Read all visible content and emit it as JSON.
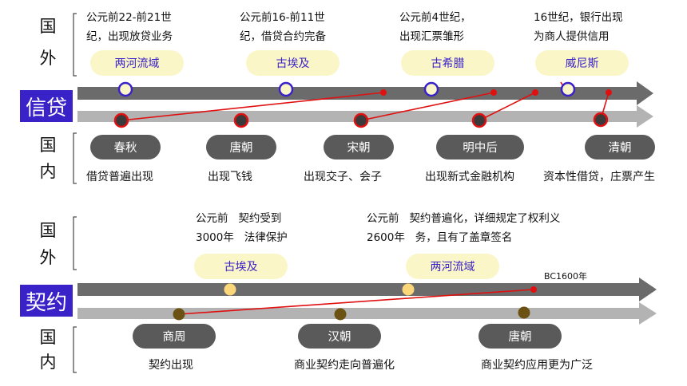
{
  "side_labels": {
    "foreign": [
      "国",
      "外"
    ],
    "domestic": [
      "国",
      "内"
    ]
  },
  "credit": {
    "tag": "信贷",
    "foreign_notes": [
      {
        "lines": [
          "公元前22-前21世",
          "纪，出现放贷业务"
        ]
      },
      {
        "lines": [
          "公元前16-前11世",
          "纪，借贷合约完备"
        ]
      },
      {
        "lines": [
          "公元前4世纪，",
          "出现汇票雏形"
        ]
      },
      {
        "lines": [
          "16世纪，银行出现",
          "为商人提供信用"
        ]
      }
    ],
    "foreign_places": [
      "两河流域",
      "古埃及",
      "古希腊",
      "威尼斯"
    ],
    "dynasties": [
      "春秋",
      "唐朝",
      "宋朝",
      "明中后",
      "清朝"
    ],
    "captions": [
      "借贷普遍出现",
      "出现飞钱",
      "出现交子、会子",
      "出现新式金融机构",
      "资本性借贷，庄票产生"
    ]
  },
  "contract": {
    "tag": "契约",
    "foreign_notes": [
      {
        "lines": [
          "公元前   契约受到",
          "3000年   法律保护"
        ]
      },
      {
        "lines": [
          "公元前   契约普遍化，详细规定了权利义",
          "2600年   务，且有了盖章签名"
        ]
      }
    ],
    "foreign_places": [
      "古埃及",
      "两河流域"
    ],
    "marker_label": "BC1600年",
    "dynasties": [
      "商周",
      "汉朝",
      "唐朝"
    ],
    "captions": [
      "契约出现",
      "商业契约走向普遍化",
      "商业契约应用更为广泛"
    ]
  },
  "colors": {
    "tag_bg": "#3a22c9",
    "foreign_arrow": "#6b6b6b",
    "domestic_arrow": "#b3b3b3",
    "red_link": "#e01010",
    "dark_pill": "#5a5a5a",
    "light_pill": "#fbf6c8",
    "contract_foreign_dot": "#fbd77a",
    "contract_domestic_dot": "#6b5212"
  }
}
